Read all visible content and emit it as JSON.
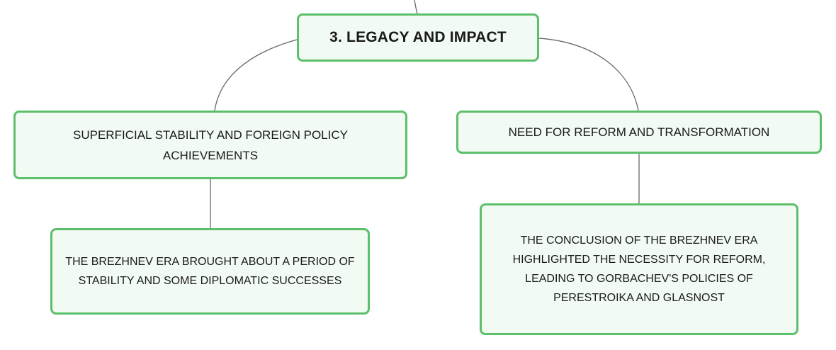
{
  "colors": {
    "node_border": "#5cbf69",
    "node_fill": "#f2faf4",
    "connector": "#666666",
    "text": "#1a1a1a"
  },
  "diagram": {
    "root": {
      "label": "3. LEGACY AND IMPACT"
    },
    "branches": [
      {
        "label": "SUPERFICIAL STABILITY AND FOREIGN POLICY ACHIEVEMENTS",
        "child": "THE BREZHNEV ERA BROUGHT ABOUT A PERIOD OF STABILITY AND SOME DIPLOMATIC SUCCESSES"
      },
      {
        "label": "NEED FOR REFORM AND TRANSFORMATION",
        "child": "THE CONCLUSION OF THE BREZHNEV ERA HIGHLIGHTED THE NECESSITY FOR REFORM, LEADING TO GORBACHEV'S POLICIES OF PERESTROIKA AND GLASNOST"
      }
    ]
  }
}
